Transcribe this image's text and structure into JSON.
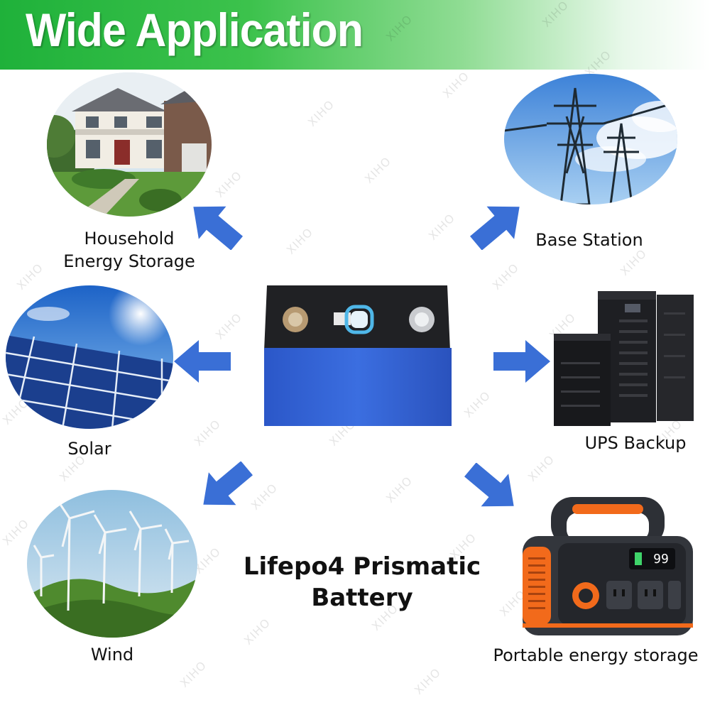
{
  "header": {
    "title": "Wide Application"
  },
  "watermark": "XIHO",
  "applications": {
    "household": {
      "label_line1": "Household",
      "label_line2": "Energy Storage"
    },
    "base_station": {
      "label": "Base Station"
    },
    "solar": {
      "label": "Solar"
    },
    "ups": {
      "label": "UPS Backup"
    },
    "wind": {
      "label": "Wind"
    },
    "portable": {
      "label": "Portable energy storage"
    }
  },
  "product": {
    "line1": "Lifepo4 Prismatic",
    "line2": "Battery"
  },
  "power_station_display": "99",
  "colors": {
    "arrow": "#3a6fd6",
    "header_green": "#1fb13a",
    "battery_blue": "#2f5fd0",
    "accent_orange": "#f26a1b"
  }
}
